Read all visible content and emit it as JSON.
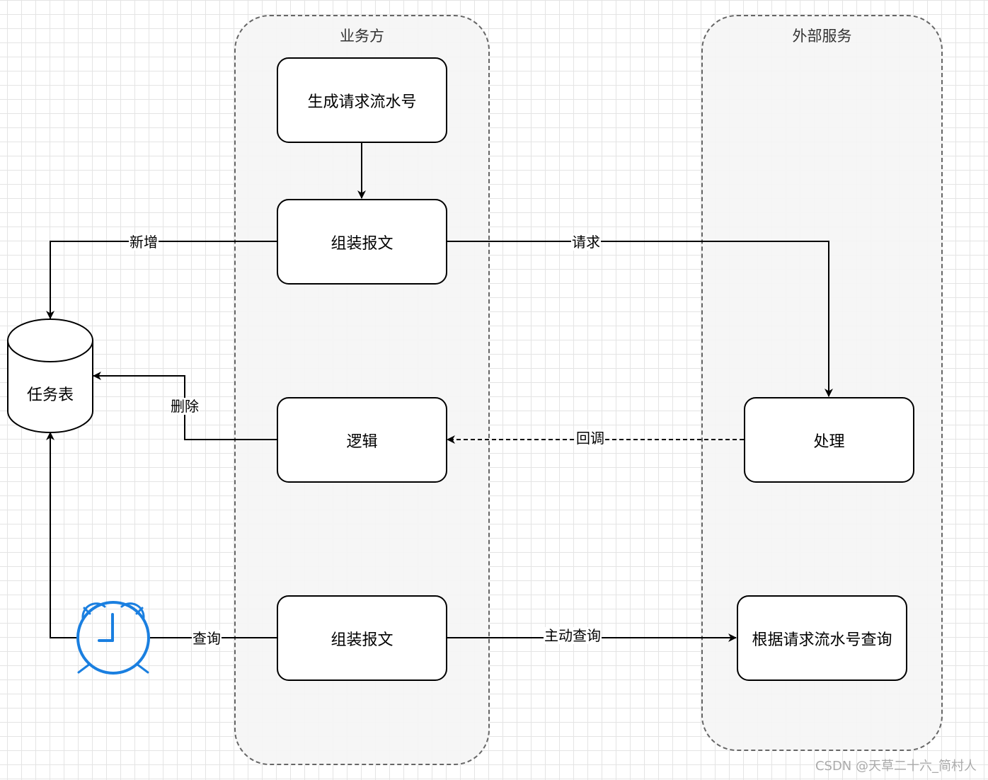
{
  "lanes": {
    "business": {
      "title": "业务方"
    },
    "external": {
      "title": "外部服务"
    }
  },
  "nodes": {
    "generate_serial": "生成请求流水号",
    "assemble_message_1": "组装报文",
    "logic": "逻辑",
    "assemble_message_2": "组装报文",
    "process": "处理",
    "query_by_serial": "根据请求流水号查询",
    "task_table": "任务表"
  },
  "edges": {
    "add": "新增",
    "request": "请求",
    "delete": "删除",
    "callback": "回调",
    "query": "查询",
    "active_query": "主动查询"
  },
  "icons": {
    "timer": "alarm-clock-icon"
  },
  "colors": {
    "lane_border": "#666666",
    "lane_fill": "#f5f5f5",
    "node_border": "#000000",
    "clock": "#1a7fe0"
  },
  "watermark": "CSDN @天草二十六_简村人"
}
